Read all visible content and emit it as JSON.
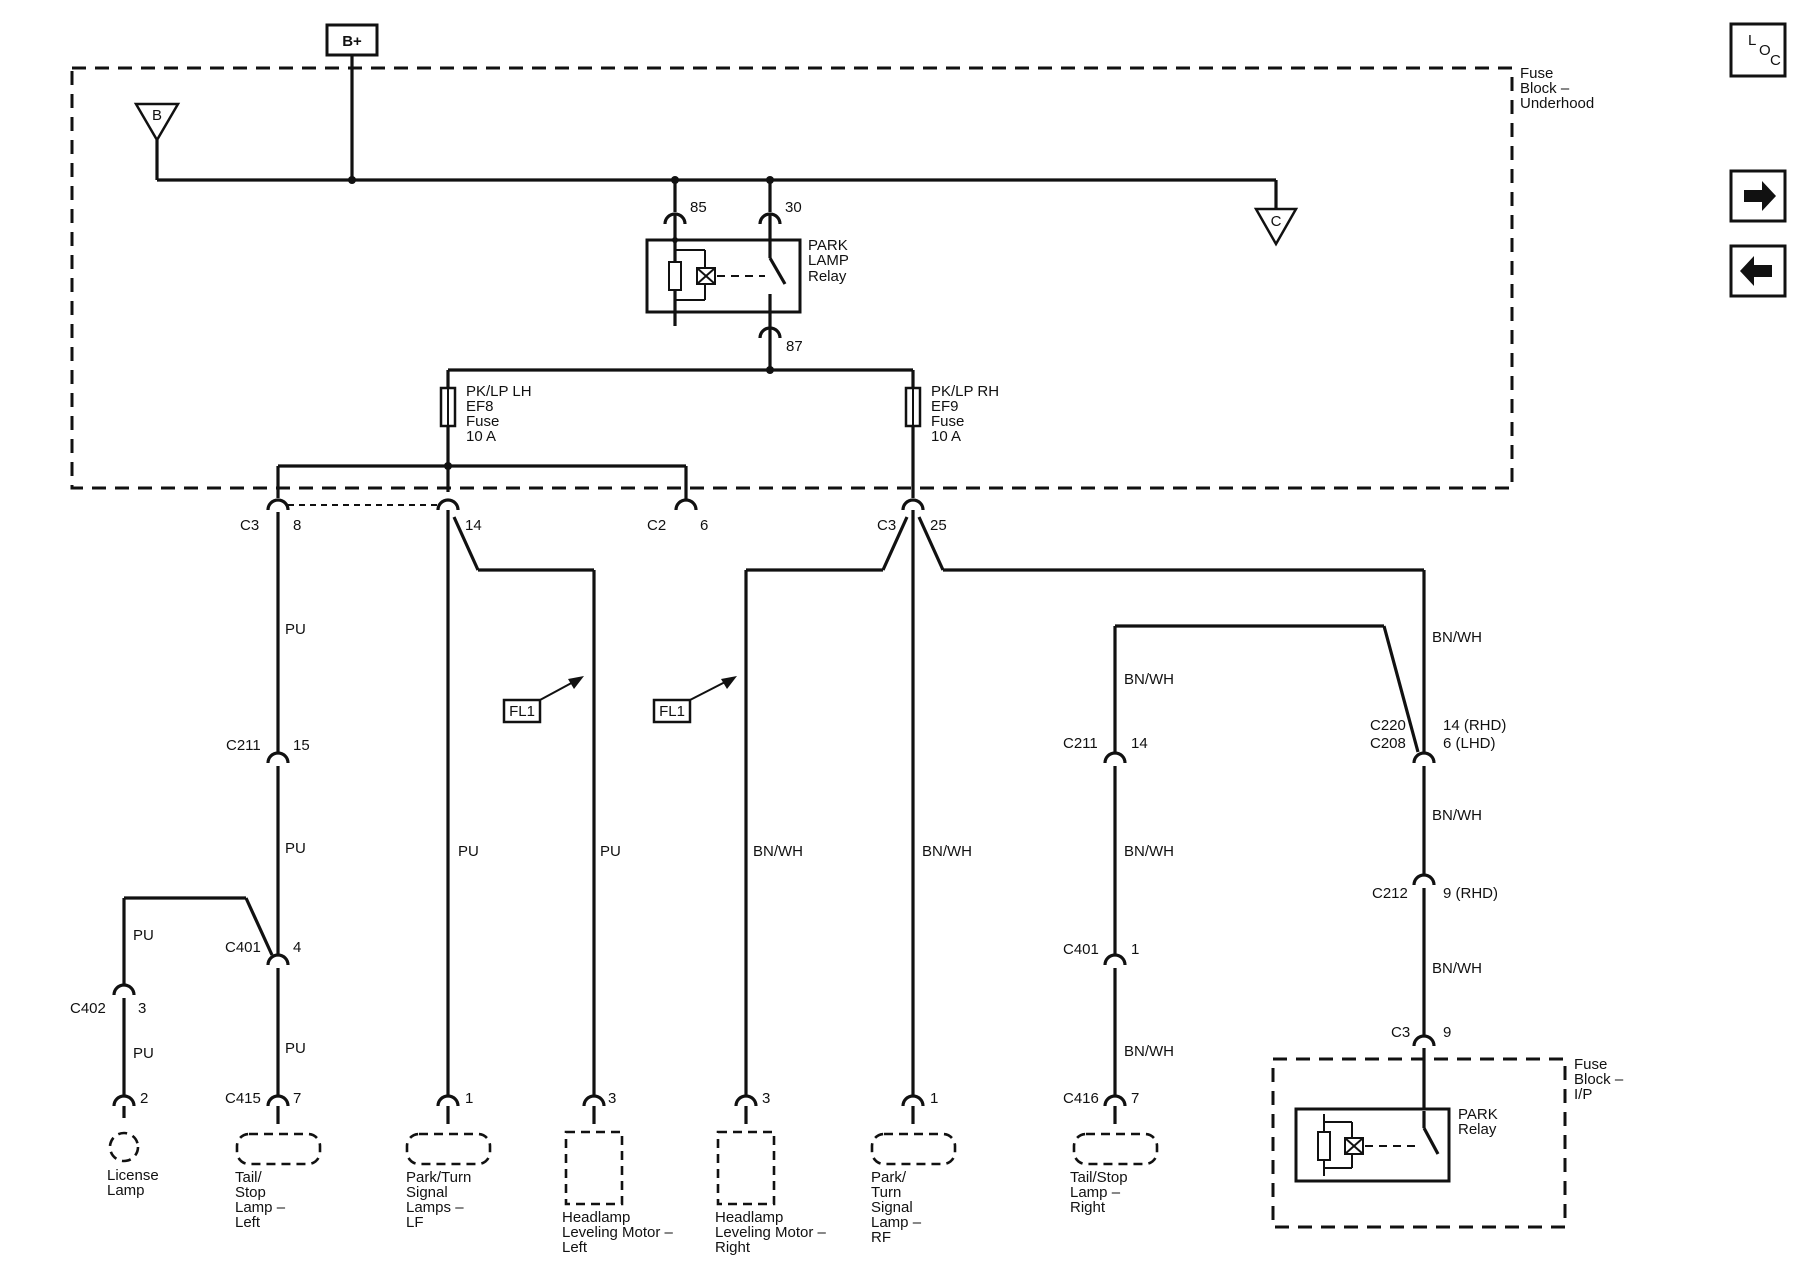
{
  "header": {
    "supply_label": "B+"
  },
  "nav": {
    "loc_letters": [
      "L",
      "O",
      "C"
    ],
    "next_icon": "right-arrow-icon",
    "prev_icon": "left-arrow-icon"
  },
  "fuse_block_underhood": {
    "name_lines": [
      "Fuse",
      "Block –",
      "Underhood"
    ],
    "offpage_b": "B",
    "offpage_c": "C",
    "relay": {
      "name_lines": [
        "PARK",
        "LAMP",
        "Relay"
      ],
      "pin_85": "85",
      "pin_30": "30",
      "pin_87": "87"
    },
    "fuse_lh": [
      "PK/LP LH",
      "EF8",
      "Fuse",
      "10 A"
    ],
    "fuse_rh": [
      "PK/LP RH",
      "EF9",
      "Fuse",
      "10 A"
    ]
  },
  "connectors": {
    "c3_8": {
      "name": "C3",
      "pin": "8"
    },
    "c3_14": {
      "pin": "14"
    },
    "c2_6": {
      "name": "C2",
      "pin": "6"
    },
    "c3_25": {
      "name": "C3",
      "pin": "25"
    },
    "c211_15": {
      "name": "C211",
      "pin": "15"
    },
    "c401_4": {
      "name": "C401",
      "pin": "4"
    },
    "c402_3": {
      "name": "C402",
      "pin": "3"
    },
    "c211_14": {
      "name": "C211",
      "pin": "14"
    },
    "c220_c208": {
      "name1": "C220",
      "name2": "C208",
      "pin1": "14 (RHD)",
      "pin2": "6 (LHD)"
    },
    "c212_9": {
      "name": "C212",
      "pin": "9 (RHD)"
    },
    "c401_1": {
      "name": "C401",
      "pin": "1"
    },
    "c3_9": {
      "name": "C3",
      "pin": "9"
    }
  },
  "wires": {
    "pu": "PU",
    "bnwh": "BN/WH"
  },
  "refs": {
    "fl1": "FL1"
  },
  "components": {
    "license_lamp": {
      "pin": "2",
      "label_lines": [
        "License",
        "Lamp"
      ]
    },
    "tail_stop_left": {
      "conn": "C415",
      "pin": "7",
      "label_lines": [
        "Tail/",
        "Stop",
        "Lamp –",
        "Left"
      ]
    },
    "park_turn_lf": {
      "pin": "1",
      "label_lines": [
        "Park/Turn",
        "Signal",
        "Lamps –",
        "LF"
      ]
    },
    "hl_motor_left": {
      "pin": "3",
      "label_lines": [
        "Headlamp",
        "Leveling Motor –",
        "Left"
      ]
    },
    "hl_motor_right": {
      "pin": "3",
      "label_lines": [
        "Headlamp",
        "Leveling Motor –",
        "Right"
      ]
    },
    "park_turn_rf": {
      "pin": "1",
      "label_lines": [
        "Park/",
        "Turn",
        "Signal",
        "Lamp –",
        "RF"
      ]
    },
    "tail_stop_right": {
      "conn": "C416",
      "pin": "7",
      "label_lines": [
        "Tail/Stop",
        "Lamp –",
        "Right"
      ]
    }
  },
  "fuse_block_ip": {
    "name_lines": [
      "Fuse",
      "Block –",
      "I/P"
    ],
    "relay_lines": [
      "PARK",
      "Relay"
    ]
  }
}
